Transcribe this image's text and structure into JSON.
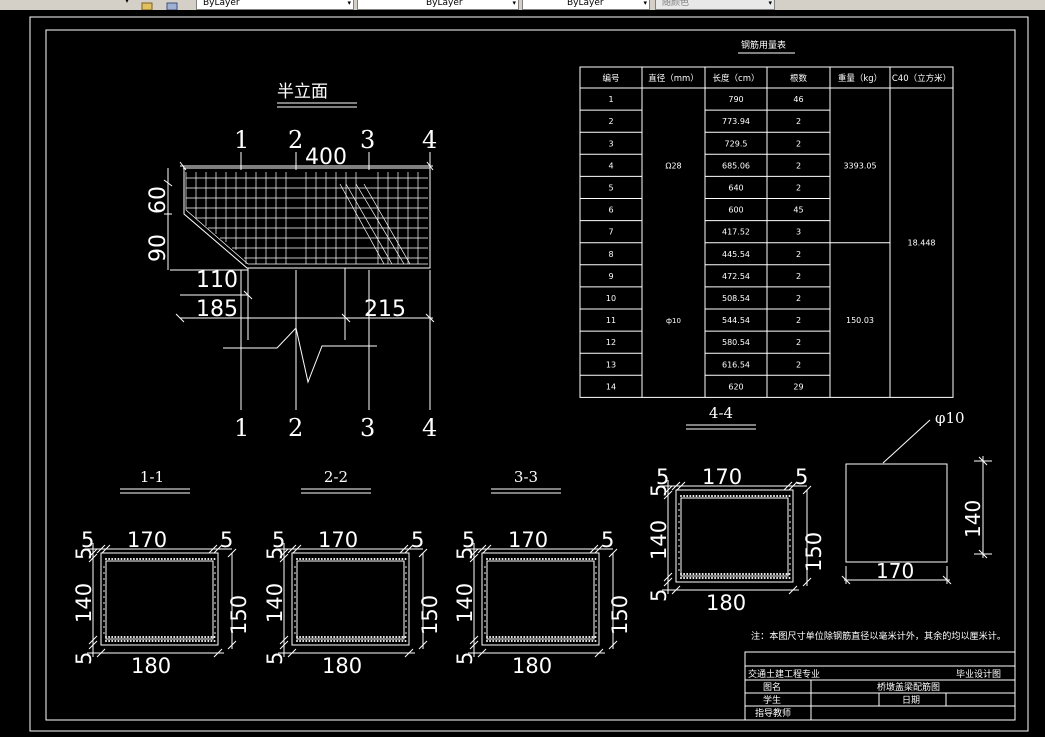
{
  "toolbar": {
    "layer_dropdown": "ByLayer",
    "linetype_dropdown": "ByLayer",
    "lineweight_dropdown": "ByLayer",
    "plotstyle_dropdown": "随颜色"
  },
  "elevation": {
    "title": "半立面",
    "top_section_labels": [
      "1",
      "2",
      "3",
      "4"
    ],
    "bottom_section_labels": [
      "1",
      "2",
      "3",
      "4"
    ],
    "dim_400": "400",
    "dim_60": "60",
    "dim_90": "90",
    "dim_110": "110",
    "dim_185": "185",
    "dim_215": "215"
  },
  "sections": [
    {
      "title": "1-1",
      "dim_top_left": "5",
      "dim_top_mid": "170",
      "dim_top_right": "5",
      "dim_left_top": "5",
      "dim_left_mid": "140",
      "dim_left_bot": "5",
      "dim_right": "150",
      "dim_bottom": "180"
    },
    {
      "title": "2-2",
      "dim_top_left": "5",
      "dim_top_mid": "170",
      "dim_top_right": "5",
      "dim_left_top": "5",
      "dim_left_mid": "140",
      "dim_left_bot": "5",
      "dim_right": "150",
      "dim_bottom": "180"
    },
    {
      "title": "3-3",
      "dim_top_left": "5",
      "dim_top_mid": "170",
      "dim_top_right": "5",
      "dim_left_top": "5",
      "dim_left_mid": "140",
      "dim_left_bot": "5",
      "dim_right": "150",
      "dim_bottom": "180"
    },
    {
      "title": "4-4",
      "dim_top_left": "5",
      "dim_top_mid": "170",
      "dim_top_right": "5",
      "dim_left_top": "5",
      "dim_left_mid": "140",
      "dim_left_bot": "5",
      "dim_right": "150",
      "dim_bottom": "180"
    }
  ],
  "stirrup": {
    "label": "φ10",
    "dim_height": "140",
    "dim_width": "170"
  },
  "rebar_table": {
    "title": "钢筋用量表",
    "headers": [
      "编号",
      "直径（mm）",
      "长度（cm）",
      "根数",
      "重量（kg）",
      "C40（立方米）"
    ],
    "rows": [
      [
        "1",
        "790",
        "46"
      ],
      [
        "2",
        "773.94",
        "2"
      ],
      [
        "3",
        "729.5",
        "2"
      ],
      [
        "4",
        "685.06",
        "2"
      ],
      [
        "5",
        "640",
        "2"
      ],
      [
        "6",
        "600",
        "45"
      ],
      [
        "7",
        "417.52",
        "3"
      ],
      [
        "8",
        "445.54",
        "2"
      ],
      [
        "9",
        "472.54",
        "2"
      ],
      [
        "10",
        "508.54",
        "2"
      ],
      [
        "11",
        "544.54",
        "2"
      ],
      [
        "12",
        "580.54",
        "2"
      ],
      [
        "13",
        "616.54",
        "2"
      ],
      [
        "14",
        "620",
        "29"
      ]
    ],
    "diameter_group1": "Ω28",
    "diameter_group2": "ф10",
    "weight_group1": "3393.05",
    "weight_group2": "150.03",
    "concrete": "18.448"
  },
  "note": "注：本图尺寸单位除钢筋直径以毫米计外，其余的均以厘米计。",
  "title_block": {
    "school": "交通土建工程专业",
    "design": "毕业设计图",
    "name_label": "图名",
    "name_value": "桥墩盖梁配筋图",
    "student_label": "学生",
    "date_label": "日期",
    "advisor_label": "指导教师"
  },
  "colors": {
    "background": "#000000",
    "line": "#ffffff",
    "toolbar": "#d4d0c8"
  }
}
